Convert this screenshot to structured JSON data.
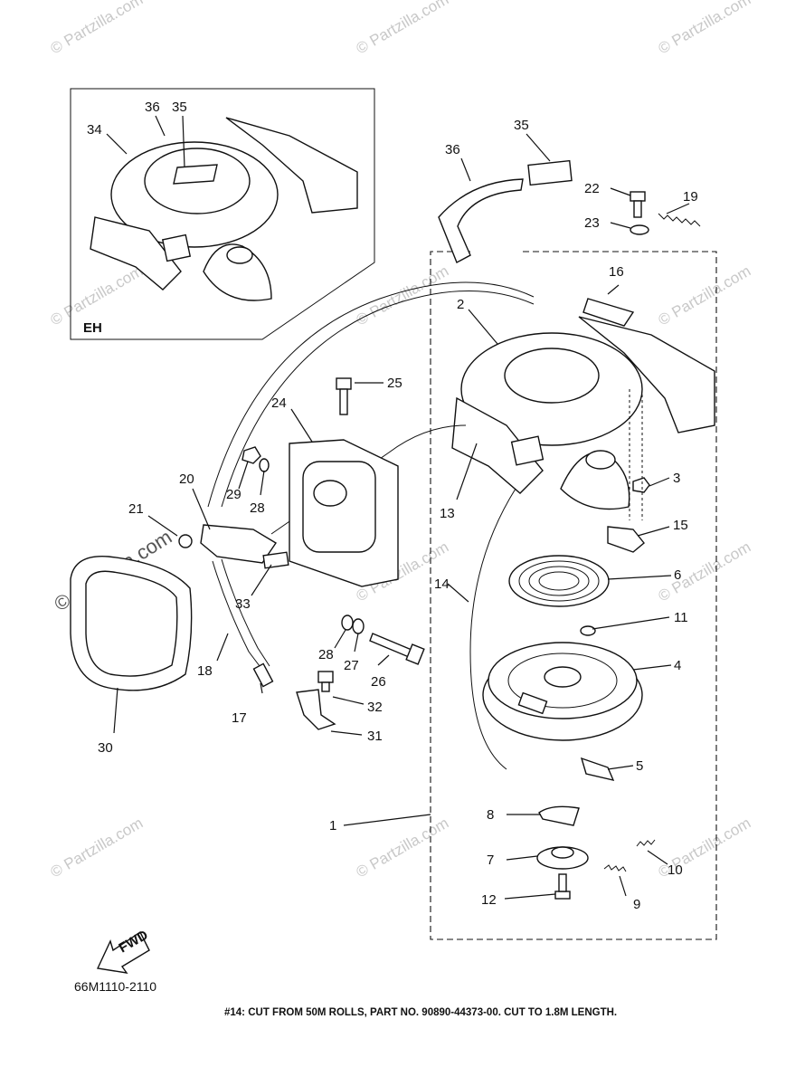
{
  "watermark": {
    "text": "© Partzilla.com"
  },
  "inset": {
    "tag": "EH",
    "callouts": [
      "34",
      "36",
      "35"
    ]
  },
  "callouts": [
    "1",
    "2",
    "3",
    "4",
    "5",
    "6",
    "7",
    "8",
    "9",
    "10",
    "11",
    "12",
    "13",
    "14",
    "15",
    "16",
    "17",
    "18",
    "19",
    "20",
    "21",
    "22",
    "23",
    "24",
    "25",
    "26",
    "27",
    "28",
    "28",
    "29",
    "30",
    "31",
    "32",
    "33",
    "35",
    "36"
  ],
  "fwd_label": "FWD",
  "diagram_code": "66M1110-2110",
  "footnote": "#14: CUT FROM 50M ROLLS, PART NO. 90890-44373-00. CUT TO 1.8M LENGTH."
}
